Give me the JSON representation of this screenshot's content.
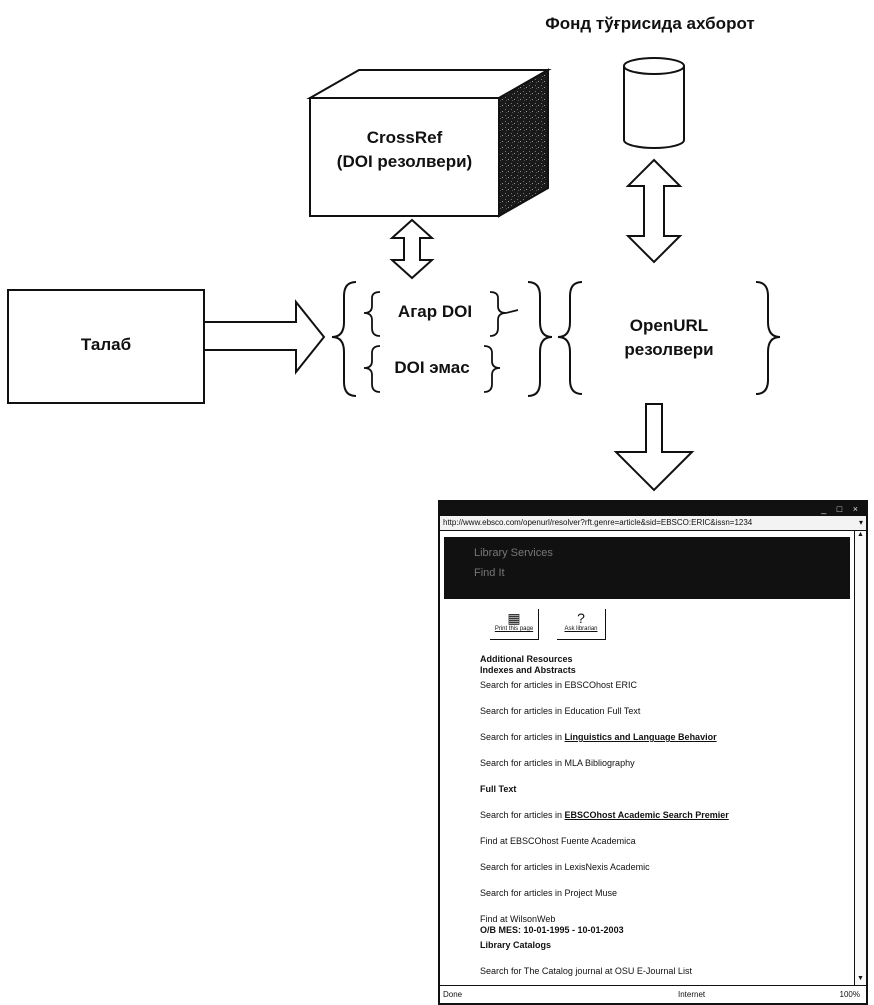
{
  "diagram": {
    "fund_info_label": "Фонд тўғрисида ахборот",
    "crossref_line1": "CrossRef",
    "crossref_line2": "(DOI резолвери)",
    "request_label": "Талаб",
    "if_doi_label": "Агар DOI",
    "not_doi_label": "DOI эмас",
    "openurl_line1": "OpenURL",
    "openurl_line2": "резолвери"
  },
  "browser": {
    "address": "http://www.ebsco.com/openurl/resolver?rft.genre=article&sid=EBSCO:ERIC&issn=1234",
    "banner_line1": "Library Services",
    "banner_line2": "Find It",
    "buttons": [
      {
        "icon": "printer-icon",
        "glyph": "▦",
        "label": "Print this page"
      },
      {
        "icon": "help-icon",
        "glyph": "?",
        "label": "Ask librarian"
      }
    ],
    "items": [
      {
        "text": "Additional Resources",
        "sub": "Indexes and Abstracts",
        "bold": true,
        "link": ""
      },
      {
        "text": "Search for articles in EBSCOhost ERIC",
        "bold": false,
        "link": ""
      },
      {
        "text": "Search for articles in Education Full Text",
        "bold": false,
        "link": ""
      },
      {
        "text": "Search for articles in ",
        "bold": false,
        "link": "Linguistics and Language Behavior"
      },
      {
        "text": "Search for articles in MLA Bibliography",
        "bold": false,
        "link": ""
      },
      {
        "text": "Full Text",
        "bold": true,
        "link": ""
      },
      {
        "text": "Search for articles in ",
        "bold": false,
        "link": "EBSCOhost Academic Search Premier"
      },
      {
        "text": "Find at EBSCOhost Fuente Academica",
        "bold": false,
        "link": ""
      },
      {
        "text": "Search for articles in LexisNexis Academic",
        "bold": false,
        "link": ""
      },
      {
        "text": "Search for articles in Project Muse",
        "bold": false,
        "link": ""
      },
      {
        "text": "Find at WilsonWeb",
        "sub": "O/B MES: 10-01-1995 - 10-01-2003",
        "bold": false,
        "link": ""
      },
      {
        "text": "Library Catalogs",
        "bold": true,
        "link": ""
      },
      {
        "text": "Search for The Catalog journal at OSU E-Journal List",
        "bold": false,
        "link": ""
      }
    ],
    "status_left": "Done",
    "status_zone": "Internet",
    "status_zoom": "100%"
  }
}
